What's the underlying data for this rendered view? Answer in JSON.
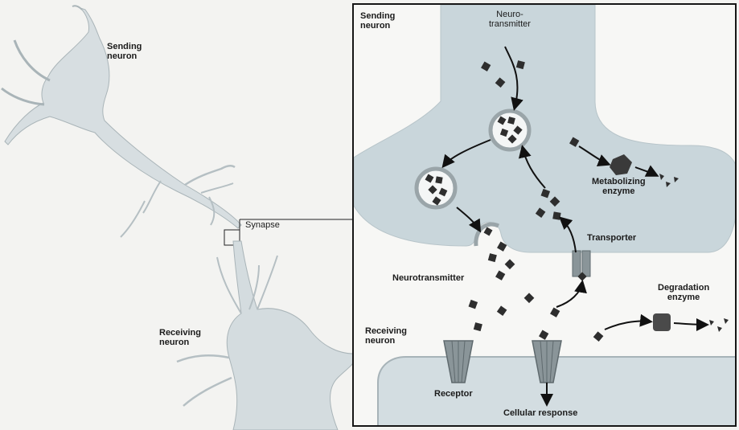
{
  "left": {
    "sending_label": "Sending\nneuron",
    "synapse_label": "Synapse",
    "receiving_label": "Receiving\nneuron"
  },
  "panel": {
    "sending_label": "Sending\nneuron",
    "neurotransmitter_top_label": "Neuro-\ntransmitter",
    "metabolizing_label": "Metabolizing\nenzyme",
    "transporter_label": "Transporter",
    "neurotransmitter_label": "Neurotransmitter",
    "degradation_label": "Degradation\nenzyme",
    "receiving_label": "Receiving\nneuron",
    "receptor_label": "Receptor",
    "cellular_response_label": "Cellular response"
  },
  "colors": {
    "sending_fill": "#c9d6db",
    "receiving_fill": "#cfdadf",
    "neurotransmitter": "#2e2e2e",
    "enzyme": "#3a3a3a"
  }
}
